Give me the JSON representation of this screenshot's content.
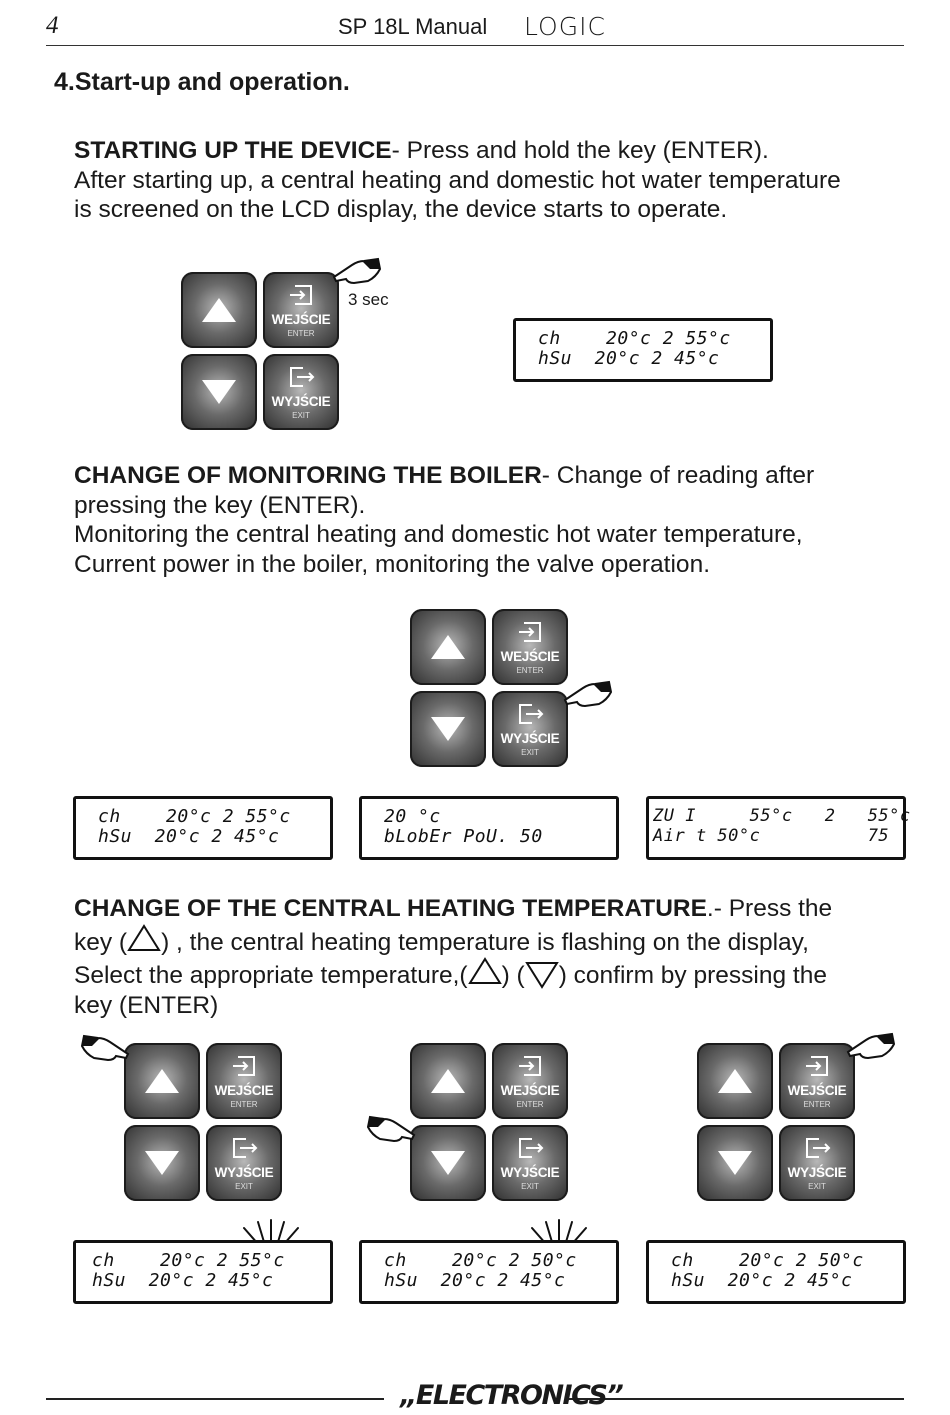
{
  "header": {
    "page_number": "4",
    "title": "SP 18L Manual",
    "logo": "LOGIC"
  },
  "section_title": "4.Start-up and operation.",
  "starting": {
    "heading": "STARTING UP THE DEVICE",
    "lines": [
      "- Press and hold the key (ENTER).",
      "After starting up, a central heating and domestic hot water temperature",
      "is screened on the LCD display, the device starts to operate."
    ],
    "hold_label": "3 sec",
    "lcd": {
      "line1": "ch    20°c 2 55°c",
      "line2": "hSu  20°c 2 45°c"
    }
  },
  "monitoring": {
    "heading": "CHANGE OF MONITORING THE BOILER",
    "lines": [
      "- Change of reading after",
      "pressing the key (ENTER).",
      "Monitoring the central heating and domestic hot water temperature,",
      "Current power in the boiler,  monitoring the valve operation."
    ],
    "lcds": [
      {
        "line1": "ch    20°c 2 55°c",
        "line2": "hSu  20°c 2 45°c"
      },
      {
        "line1": "20 °c",
        "line2": "bLobEr PoU. 50"
      },
      {
        "line1": "ZU I     55°c   2   55°c",
        "line2": "Air t 50°c          75"
      }
    ]
  },
  "heating": {
    "heading": "CHANGE OF THE CENTRAL HEATING TEMPERATURE",
    "line1_rest": ".- Press the",
    "line2_a": "key (",
    "line2_b": ") , the central heating temperature is flashing on the display,",
    "line3_a": "Select the appropriate temperature,(",
    "line3_b": ") (",
    "line3_c": ") confirm by pressing the",
    "line4": "key (ENTER)",
    "lcds": [
      {
        "line1": "ch    20°c 2 55°c",
        "line2": "hSu  20°c 2 45°c"
      },
      {
        "line1": "ch    20°c 2 50°c",
        "line2": "hSu  20°c 2 45°c"
      },
      {
        "line1": "ch    20°c 2 50°c",
        "line2": "hSu  20°c 2 45°c"
      }
    ]
  },
  "keys": {
    "enter_label": "WEJŚCIE",
    "enter_sub": "ENTER",
    "exit_label": "WYJŚCIE",
    "exit_sub": "EXIT"
  },
  "footer": {
    "brand": "„ELECTRONICS”"
  },
  "icons": [
    "up-arrow-icon",
    "down-arrow-icon",
    "enter-icon",
    "exit-icon",
    "pointing-hand-icon",
    "up-triangle-icon",
    "down-triangle-icon",
    "flash-rays-icon"
  ]
}
